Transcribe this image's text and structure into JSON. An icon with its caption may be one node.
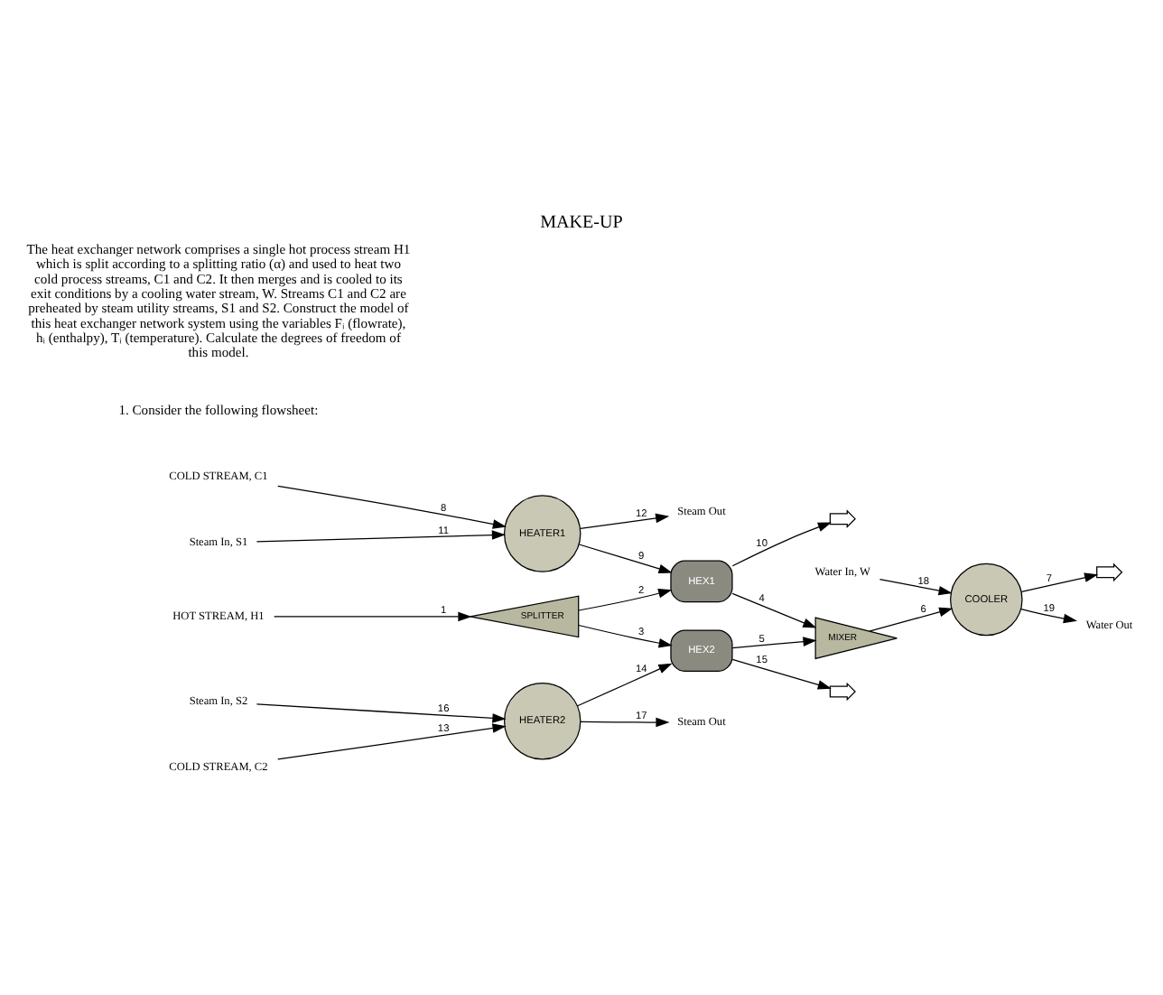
{
  "diagram": {
    "title": "MAKE-UP",
    "nodes": [
      {
        "text": [
          "HEATER1"
        ]
      },
      {
        "text": [
          "HEX1"
        ]
      },
      {
        "text": [
          "SPLITTER"
        ]
      },
      {
        "text": [
          "MIXER"
        ]
      },
      {
        "text": [
          "COOLER"
        ]
      },
      {
        "text": [
          "HEX2"
        ]
      },
      {
        "text": [
          "HEATER2"
        ]
      },
      {
        "text": [
          "COLD STREAM, C1"
        ]
      },
      {
        "text": [
          "Steam In, S1"
        ]
      },
      {
        "text": [
          "Steam Out"
        ]
      },
      {
        "text": [
          "HOT STREAM, H1"
        ]
      },
      {
        "text": [],
        "shape": "arrow"
      },
      {
        "text": [],
        "shape": "arrow"
      },
      {
        "text": [
          "Water In, W"
        ]
      },
      {
        "text": [],
        "shape": "arrow"
      },
      {
        "text": [
          "Water Out"
        ]
      },
      {
        "text": [
          "Steam In, S2"
        ]
      },
      {
        "text": [
          "Steam Out"
        ]
      },
      {
        "text": [
          "COLD STREAM, C2"
        ]
      }
    ],
    "edges": [
      {
        "from": 7,
        "to": 0,
        "arrow": "to",
        "label": "8"
      },
      {
        "from": 8,
        "to": 0,
        "arrow": "to",
        "label": "11"
      },
      {
        "from": 0,
        "to": 9,
        "arrow": "to",
        "label": "12"
      },
      {
        "from": 0,
        "to": 1,
        "arrow": "to",
        "label": "9"
      },
      {
        "from": 10,
        "to": 2,
        "arrow": "to",
        "label": "1"
      },
      {
        "from": 2,
        "to": 1,
        "arrow": "to",
        "label": "2"
      },
      {
        "from": 2,
        "to": 5,
        "arrow": "to",
        "label": "3"
      },
      {
        "from": 1,
        "to": 11,
        "arrow": "to",
        "label": "10"
      },
      {
        "from": 1,
        "to": 3,
        "arrow": "to",
        "label": "4"
      },
      {
        "from": 5,
        "to": 12,
        "arrow": "to",
        "label": "15"
      },
      {
        "from": 5,
        "to": 3,
        "arrow": "to",
        "label": "5"
      },
      {
        "from": 3,
        "to": 4,
        "arrow": "to",
        "label": "6"
      },
      {
        "from": 13,
        "to": 4,
        "arrow": "to",
        "label": "18"
      },
      {
        "from": 4,
        "to": 14,
        "arrow": "to",
        "label": "7"
      },
      {
        "from": 4,
        "to": 15,
        "arrow": "to",
        "label": "19"
      },
      {
        "from": 16,
        "to": 6,
        "arrow": "to",
        "label": "16"
      },
      {
        "from": 6,
        "to": 17,
        "arrow": "to",
        "label": "17"
      },
      {
        "from": 18,
        "to": 6,
        "arrow": "to",
        "label": "13"
      },
      {
        "from": 6,
        "to": 5,
        "arrow": "to",
        "label": "14"
      }
    ],
    "labels": [
      "1. Consider the following flowsheet:",
      "The heat exchanger network comprises a single hot process stream H1 which is split according to a splitting ratio (α) and used to heat two cold process streams, C1 and C2. It then merges and is cooled to its exit conditions by a cooling water stream, W. Streams C1 and C2 are preheated by steam utility streams, S1 and S2. Construct the model of this heat exchanger network system using the variables Fᵢ (flowrate), hᵢ (enthalpy), Tᵢ (temperature). Calculate the degrees of freedom of this model."
    ]
  }
}
